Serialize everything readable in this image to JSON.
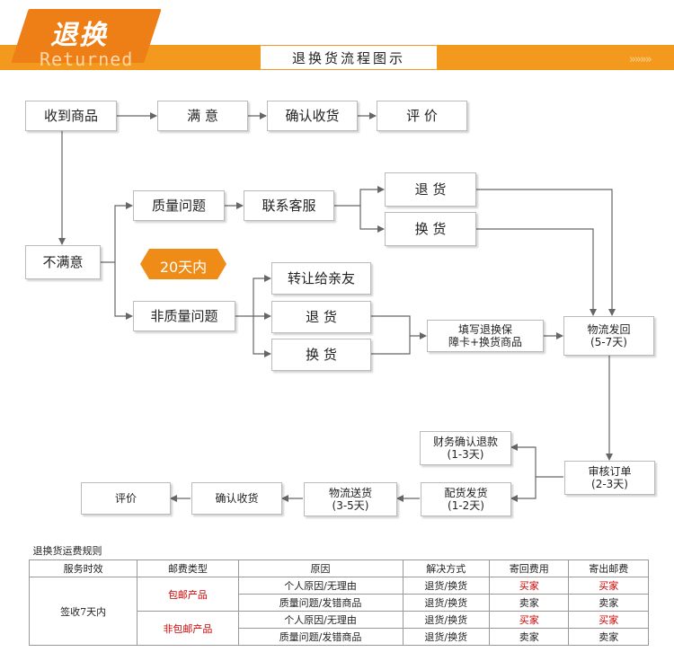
{
  "header": {
    "title": "退换",
    "subtitle": "Returned",
    "label": "退换货流程图示",
    "arrows": "»»»»"
  },
  "flow": {
    "received": "收到商品",
    "satisfied": "满 意",
    "confirm1": "确认收货",
    "review1": "评 价",
    "unsatisfied": "不满意",
    "quality": "质量问题",
    "contact": "联系客服",
    "return1": "退 货",
    "exchange1": "换 货",
    "badge": "20天内",
    "nonquality": "非质量问题",
    "transfer": "转让给亲友",
    "return2": "退 货",
    "exchange2": "换 货",
    "fill_line1": "填写退换保",
    "fill_line2": "障卡+换货商品",
    "logistics_back_line1": "物流发回",
    "logistics_back_line2": "(5-7天)",
    "finance_line1": "财务确认退款",
    "finance_line2": "(1-3天)",
    "audit_line1": "审核订单",
    "audit_line2": "(2-3天)",
    "dispatch_line1": "配货发货",
    "dispatch_line2": "(1-2天)",
    "ship_line1": "物流送货",
    "ship_line2": "(3-5天)",
    "confirm2": "确认收货",
    "review2": "评价"
  },
  "rules": {
    "caption": "退换货运费规则",
    "headers": [
      "服务时效",
      "邮费类型",
      "原因",
      "解决方式",
      "寄回费用",
      "寄出邮费"
    ],
    "service_time": "签收7天内",
    "groups": [
      {
        "type": "包邮产品",
        "rows": [
          {
            "reason": "个人原因/无理由",
            "solution": "退货/换货",
            "return_fee": "买家",
            "send_fee": "买家"
          },
          {
            "reason": "质量问题/发错商品",
            "solution": "退货/换货",
            "return_fee": "卖家",
            "send_fee": "卖家"
          }
        ]
      },
      {
        "type": "非包邮产品",
        "rows": [
          {
            "reason": "个人原因/无理由",
            "solution": "退货/换货",
            "return_fee": "买家",
            "send_fee": "买家"
          },
          {
            "reason": "质量问题/发错商品",
            "solution": "退货/换货",
            "return_fee": "卖家",
            "send_fee": "卖家"
          }
        ]
      }
    ]
  },
  "colors": {
    "orange": "#f39a1e",
    "accent": "#ee7f17",
    "red": "#d40000"
  }
}
